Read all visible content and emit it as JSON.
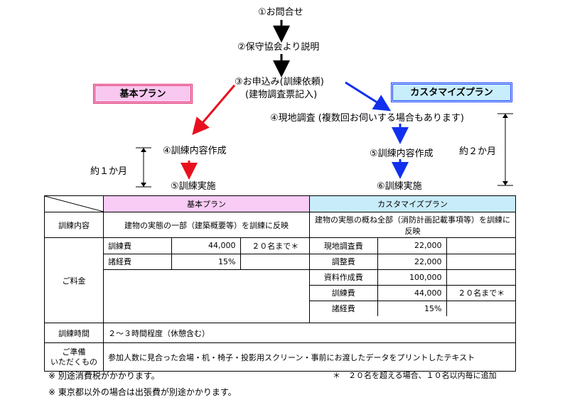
{
  "flow": {
    "step1": "①お問合せ",
    "step2": "②保守協会より説明",
    "step3_line1": "③お申込み(訓練依頼)",
    "step3_line2": "(建物調査票記入)",
    "basic_plan_label": "基本プラン",
    "custom_plan_label": "カスタマイズプラン",
    "custom_step4": "④現地調査 (複数回お伺いする場合もあります)",
    "basic_step4": "④訓練内容作成",
    "basic_step5": "⑤訓練実施",
    "custom_step5": "⑤訓練内容作成",
    "custom_step6": "⑥訓練実施",
    "basic_duration": "約１か月",
    "custom_duration": "約２か月",
    "colors": {
      "basic_arrow": "#e8101e",
      "custom_arrow": "#1030ee",
      "basic_bg": "#f9c8f0",
      "custom_bg": "#c8eefb"
    }
  },
  "table": {
    "header_basic": "基本プラン",
    "header_custom": "カスタマイズプラン",
    "row_content_label": "訓練内容",
    "content_basic": "建物の実態の一部（建築概要等）を訓練に反映",
    "content_custom": "建物の実態の概ね全部（消防計画記載事項等）を訓練に反映",
    "fee_label": "ご料金",
    "basic_fees": [
      {
        "item": "訓練費",
        "amount": "44,000",
        "note": "２０名まで＊"
      },
      {
        "item": "諸経費",
        "amount": "15%",
        "note": ""
      }
    ],
    "custom_fees": [
      {
        "item": "現地調査費",
        "amount": "22,000",
        "note": ""
      },
      {
        "item": "調整費",
        "amount": "22,000",
        "note": ""
      },
      {
        "item": "資料作成費",
        "amount": "100,000",
        "note": ""
      },
      {
        "item": "訓練費",
        "amount": "44,000",
        "note": "２０名まで＊"
      },
      {
        "item": "諸経費",
        "amount": "15%",
        "note": ""
      }
    ],
    "time_label": "訓練時間",
    "time_value": "２～３時間程度（休憩含む）",
    "prep_label_line1": "ご準備",
    "prep_label_line2": "いただくもの",
    "prep_value": "参加人数に見合った会場・机・椅子・投影用スクリーン・事前にお渡したデータをプリントしたテキスト"
  },
  "notes": {
    "tax": "※ 別途消費税がかかります。",
    "over20": "＊　２０名を超える場合、１０名以内毎に追加",
    "outside_tokyo": "※ 東京都以外の場合は出張費が別途かかります。"
  }
}
